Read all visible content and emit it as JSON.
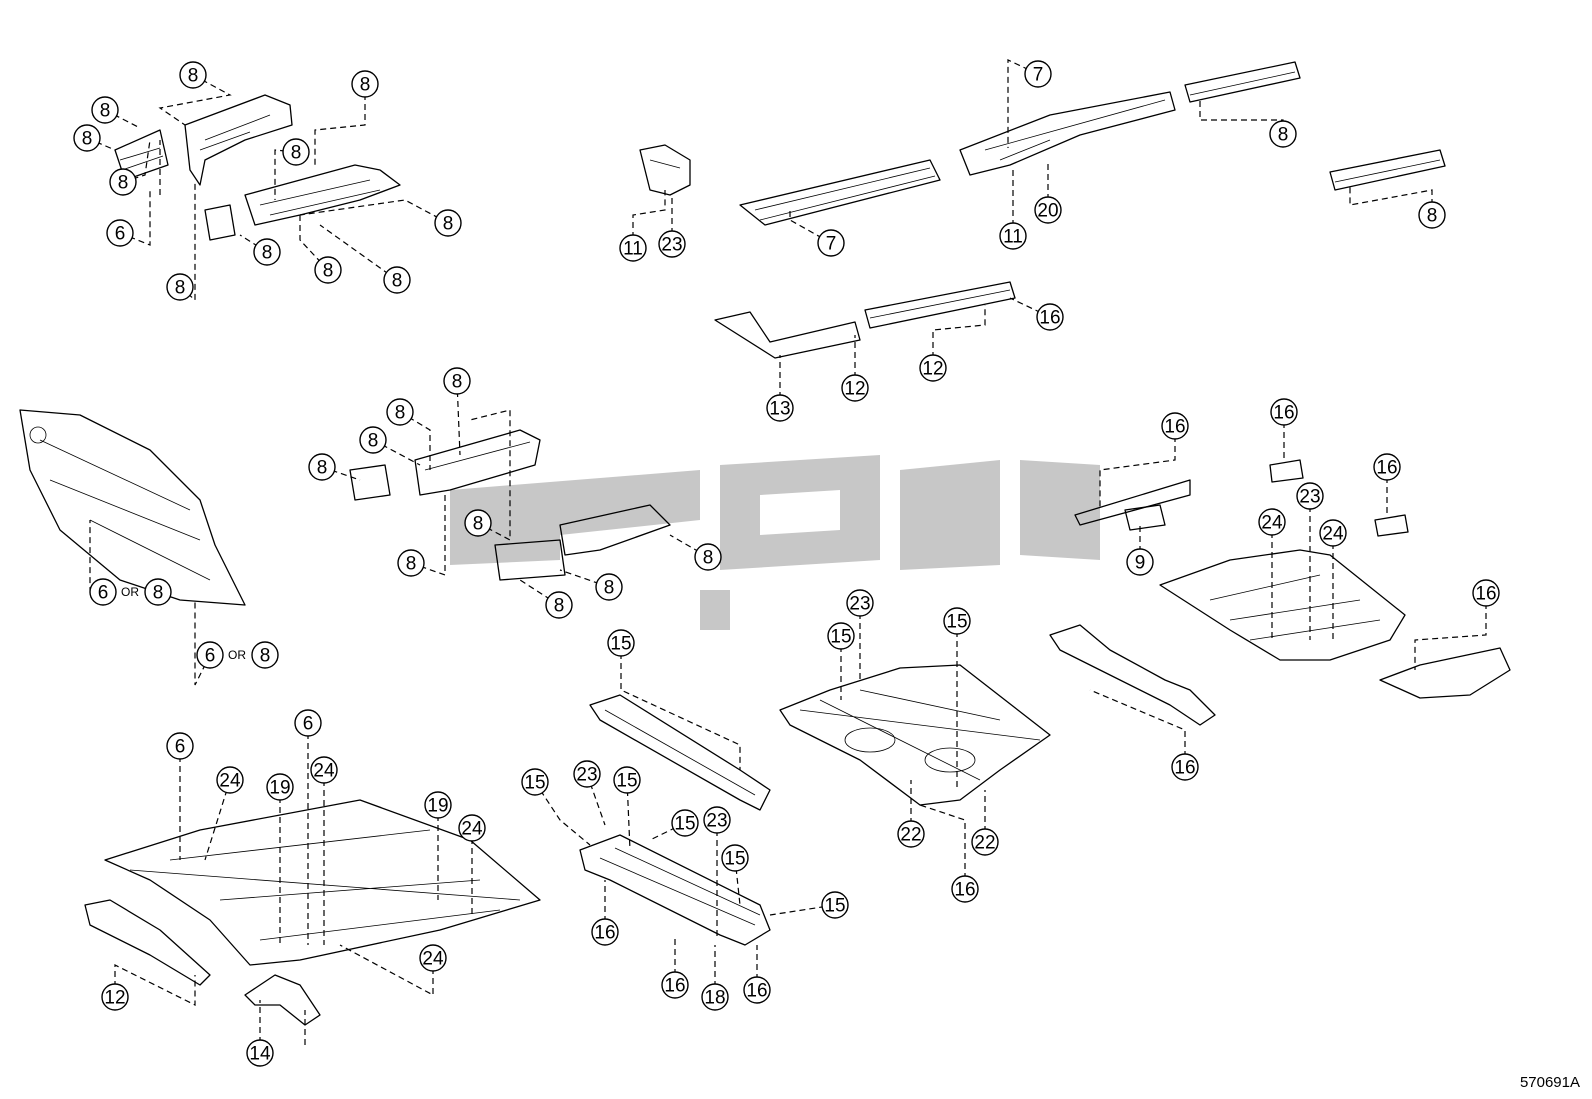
{
  "diagram_ref": "570691A",
  "or_text": "OR",
  "callouts": [
    {
      "label": "8"
    },
    {
      "label": "8"
    },
    {
      "label": "8"
    },
    {
      "label": "8"
    },
    {
      "label": "8"
    },
    {
      "label": "8"
    },
    {
      "label": "6"
    },
    {
      "label": "8"
    },
    {
      "label": "8"
    },
    {
      "label": "8"
    },
    {
      "label": "8"
    },
    {
      "label": "8"
    },
    {
      "label": "11"
    },
    {
      "label": "23"
    },
    {
      "label": "7"
    },
    {
      "label": "7"
    },
    {
      "label": "11"
    },
    {
      "label": "20"
    },
    {
      "label": "8"
    },
    {
      "label": "8"
    },
    {
      "label": "13"
    },
    {
      "label": "12"
    },
    {
      "label": "12"
    },
    {
      "label": "16"
    },
    {
      "label": "8"
    },
    {
      "label": "8"
    },
    {
      "label": "8"
    },
    {
      "label": "8"
    },
    {
      "label": "8"
    },
    {
      "label": "8"
    },
    {
      "label": "8"
    },
    {
      "label": "8"
    },
    {
      "label": "8"
    },
    {
      "label": "6"
    },
    {
      "label": "8"
    },
    {
      "label": "6"
    },
    {
      "label": "8"
    },
    {
      "label": "16"
    },
    {
      "label": "9"
    },
    {
      "label": "16"
    },
    {
      "label": "16"
    },
    {
      "label": "23"
    },
    {
      "label": "24"
    },
    {
      "label": "24"
    },
    {
      "label": "16"
    },
    {
      "label": "16"
    },
    {
      "label": "23"
    },
    {
      "label": "15"
    },
    {
      "label": "15"
    },
    {
      "label": "22"
    },
    {
      "label": "22"
    },
    {
      "label": "16"
    },
    {
      "label": "15"
    },
    {
      "label": "15"
    },
    {
      "label": "23"
    },
    {
      "label": "15"
    },
    {
      "label": "15"
    },
    {
      "label": "23"
    },
    {
      "label": "15"
    },
    {
      "label": "15"
    },
    {
      "label": "16"
    },
    {
      "label": "16"
    },
    {
      "label": "18"
    },
    {
      "label": "16"
    },
    {
      "label": "6"
    },
    {
      "label": "6"
    },
    {
      "label": "24"
    },
    {
      "label": "19"
    },
    {
      "label": "24"
    },
    {
      "label": "19"
    },
    {
      "label": "24"
    },
    {
      "label": "24"
    },
    {
      "label": "12"
    },
    {
      "label": "14"
    }
  ]
}
